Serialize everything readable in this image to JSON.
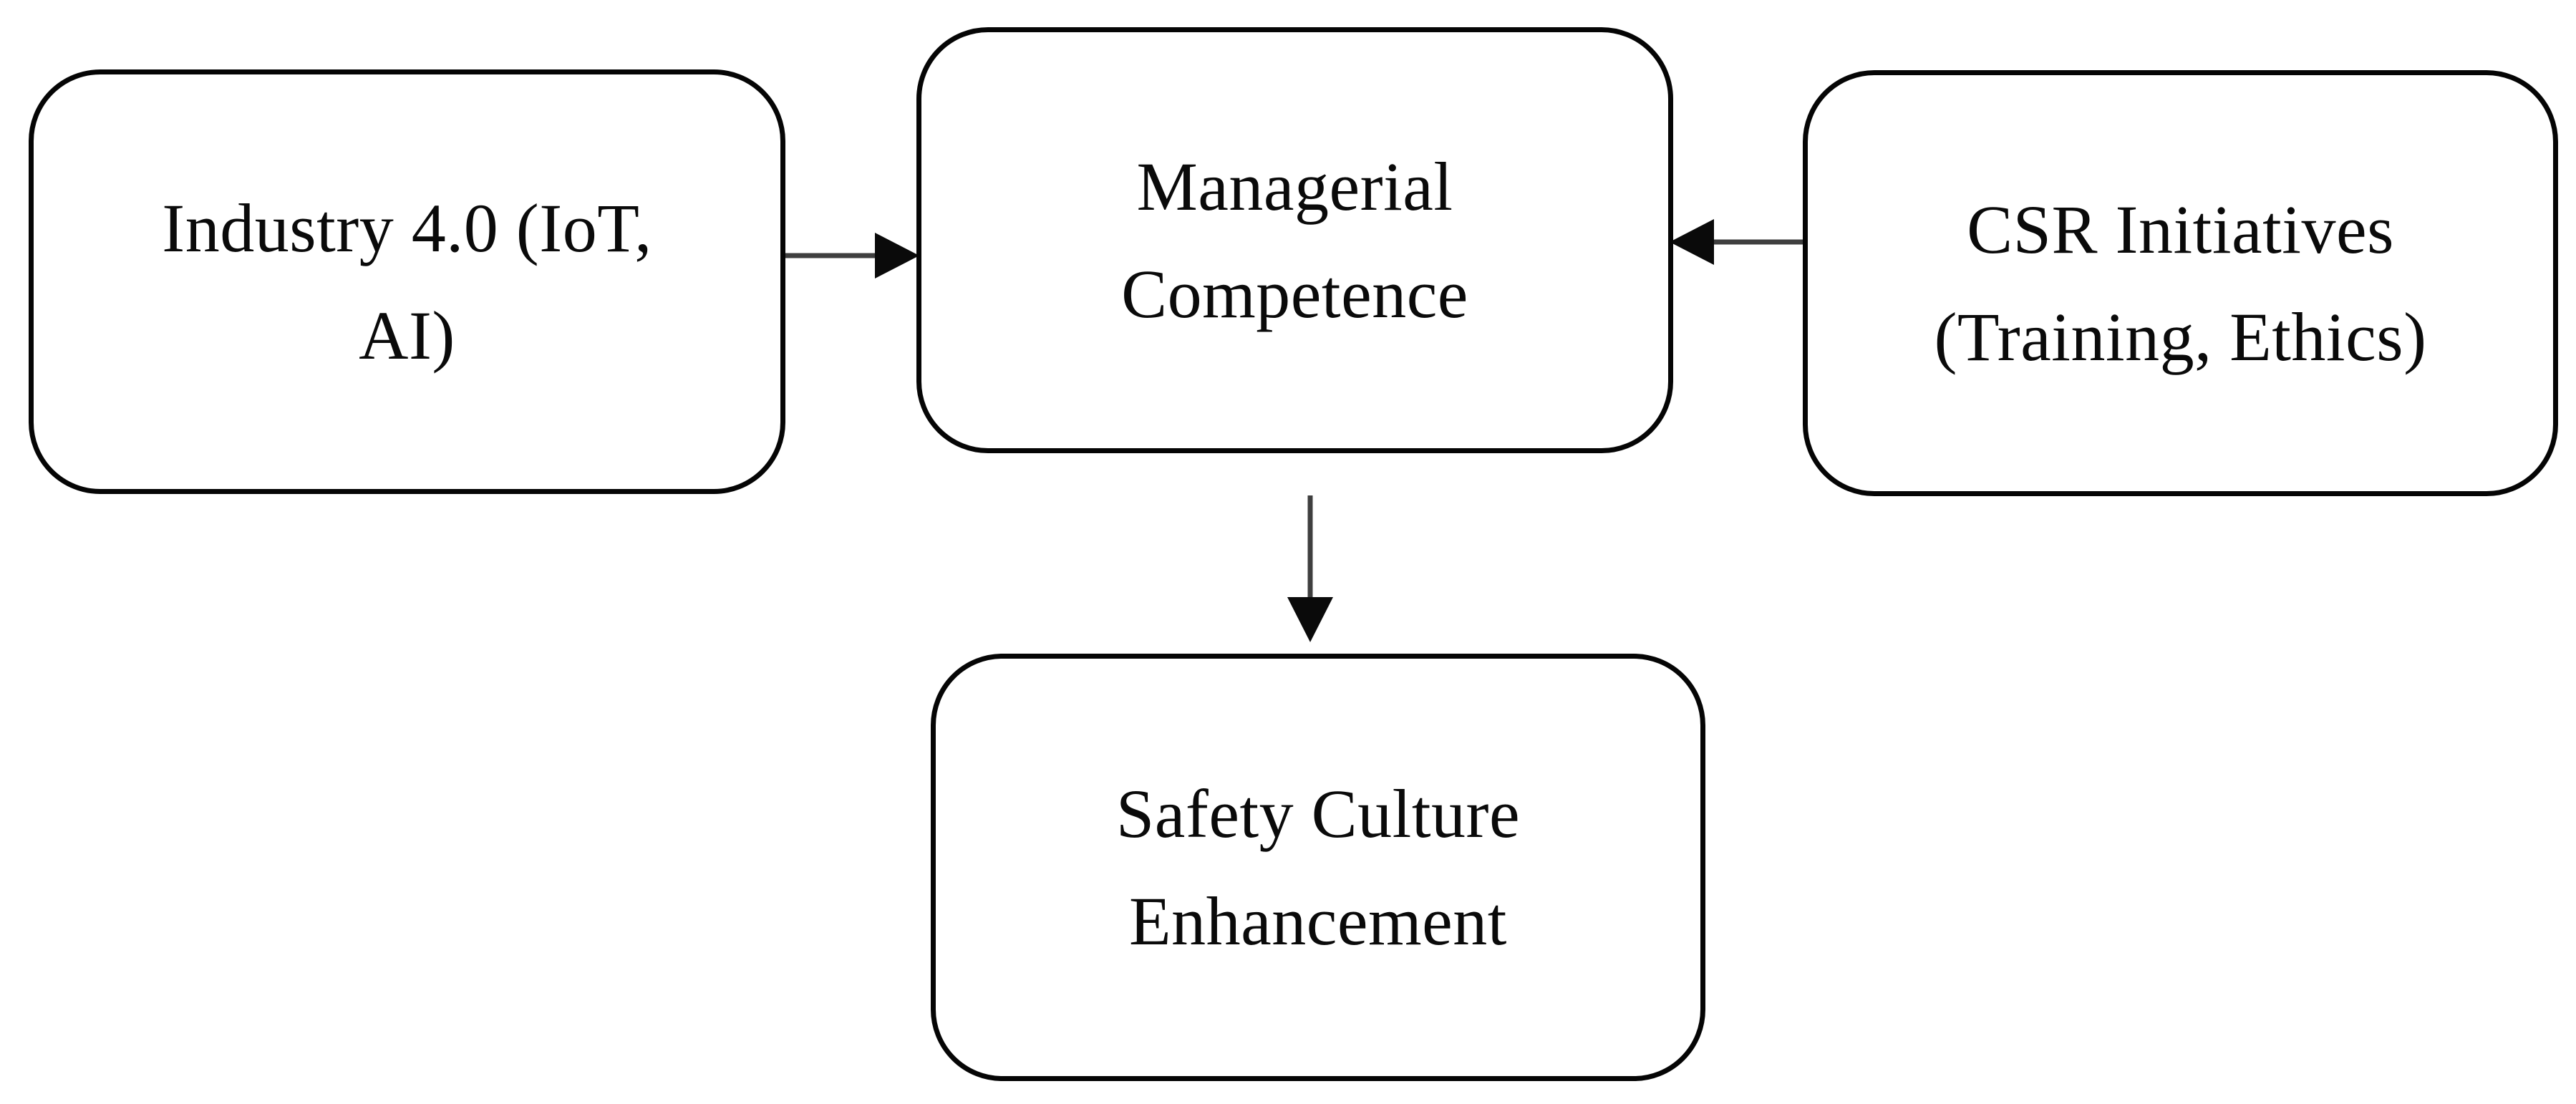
{
  "diagram": {
    "background_color": "#ffffff",
    "ink": "#0a0a0a",
    "line_color": "#3f3f3f",
    "border_color": "#050505",
    "nodes": [
      {
        "id": "industry",
        "lines": [
          "Industry 4.0 (IoT,",
          "AI)"
        ]
      },
      {
        "id": "managerial",
        "lines": [
          "Managerial",
          "Competence"
        ]
      },
      {
        "id": "csr",
        "lines": [
          "CSR Initiatives",
          "(Training, Ethics)"
        ]
      },
      {
        "id": "safety",
        "lines": [
          "Safety Culture",
          "Enhancement"
        ]
      }
    ],
    "edges": [
      {
        "from": "industry",
        "to": "managerial",
        "direction": "right"
      },
      {
        "from": "csr",
        "to": "managerial",
        "direction": "left"
      },
      {
        "from": "managerial",
        "to": "safety",
        "direction": "down"
      }
    ]
  }
}
